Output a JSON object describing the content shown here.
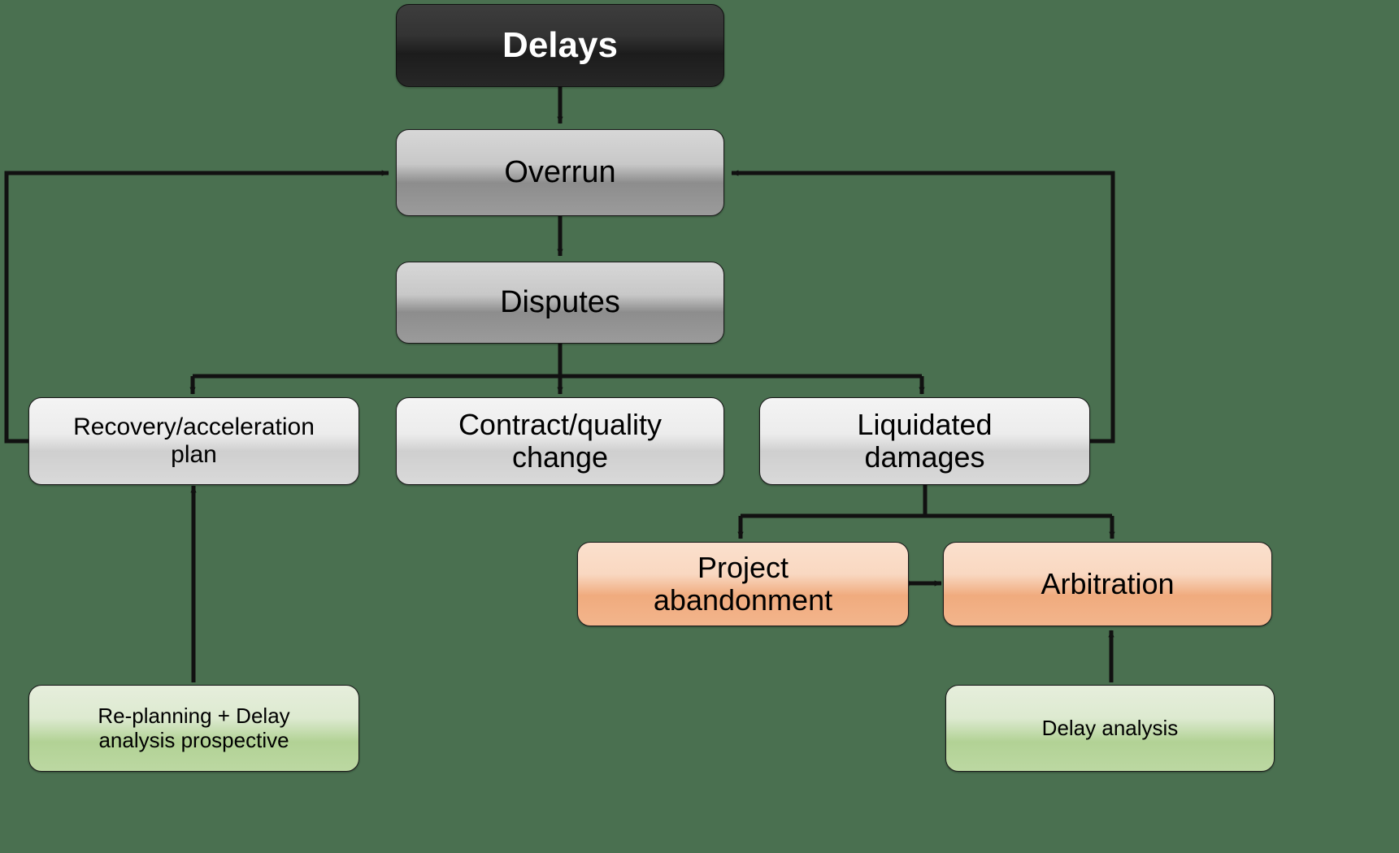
{
  "diagram": {
    "title": "Delays",
    "background_color": "#4a7050",
    "line_color": "#111111",
    "nodes": [
      {
        "id": "delays",
        "label": "Delays",
        "fill_top": "#3d3d3d",
        "fill_bottom": "#1c1c1c",
        "text_color": "#ffffff"
      },
      {
        "id": "overrun",
        "label": "Overrun",
        "fill_top": "#d7d7d7",
        "fill_bottom": "#9b9b9b",
        "text_color": "#000000"
      },
      {
        "id": "disputes",
        "label": "Disputes",
        "fill_top": "#d7d7d7",
        "fill_bottom": "#9b9b9b",
        "text_color": "#000000"
      },
      {
        "id": "recovery",
        "label": "Recovery/acceleration\nplan",
        "fill_top": "#f4f4f4",
        "fill_bottom": "#d9d9d9",
        "text_color": "#000000"
      },
      {
        "id": "contract",
        "label": "Contract/quality\nchange",
        "fill_top": "#f4f4f4",
        "fill_bottom": "#d9d9d9",
        "text_color": "#000000"
      },
      {
        "id": "liquidated",
        "label": "Liquidated\ndamages",
        "fill_top": "#f4f4f4",
        "fill_bottom": "#d9d9d9",
        "text_color": "#000000"
      },
      {
        "id": "abandonment",
        "label": "Project\nabandonment",
        "fill_top": "#fbe0cd",
        "fill_bottom": "#f3b58c",
        "text_color": "#000000"
      },
      {
        "id": "arbitration",
        "label": "Arbitration",
        "fill_top": "#fbe0cd",
        "fill_bottom": "#f3b58c",
        "text_color": "#000000"
      },
      {
        "id": "replanning",
        "label": "Re-planning + Delay\nanalysis prospective",
        "fill_top": "#e6eedc",
        "fill_bottom": "#bcd8a2",
        "text_color": "#000000"
      },
      {
        "id": "delay-analysis",
        "label": "Delay analysis",
        "fill_top": "#e6eedc",
        "fill_bottom": "#bcd8a2",
        "text_color": "#000000"
      }
    ],
    "edges": [
      {
        "from": "delays",
        "to": "overrun",
        "type": "arrow-down"
      },
      {
        "from": "overrun",
        "to": "disputes",
        "type": "arrow-down"
      },
      {
        "from": "disputes",
        "to": "recovery",
        "type": "branch-down-left"
      },
      {
        "from": "disputes",
        "to": "contract",
        "type": "arrow-down"
      },
      {
        "from": "disputes",
        "to": "liquidated",
        "type": "branch-down-right"
      },
      {
        "from": "recovery",
        "to": "overrun",
        "type": "feedback-left"
      },
      {
        "from": "liquidated",
        "to": "overrun",
        "type": "feedback-right"
      },
      {
        "from": "liquidated",
        "to": "abandonment",
        "type": "branch-down-left"
      },
      {
        "from": "liquidated",
        "to": "arbitration",
        "type": "branch-down-right"
      },
      {
        "from": "abandonment",
        "to": "arbitration",
        "type": "double-arrow"
      },
      {
        "from": "replanning",
        "to": "recovery",
        "type": "arrow-up"
      },
      {
        "from": "delay-analysis",
        "to": "arbitration",
        "type": "arrow-up"
      }
    ]
  }
}
